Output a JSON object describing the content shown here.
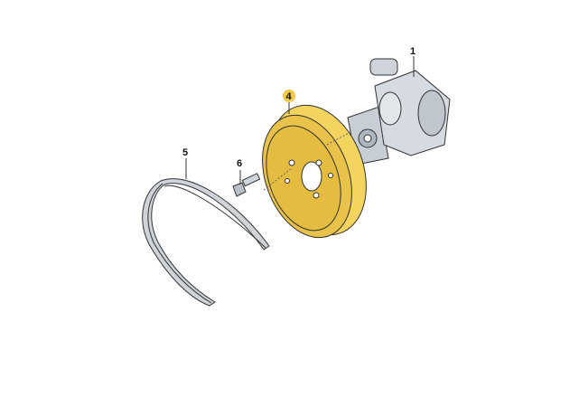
{
  "callouts": {
    "pump": "1",
    "pulley": "4",
    "belt": "5",
    "bolt": "6"
  },
  "colors": {
    "highlight": "#f0c84a",
    "pulley_face": "#e8c24a",
    "pulley_rim": "#f2d45e",
    "metal": "#c8ced6",
    "outline": "#333333"
  }
}
